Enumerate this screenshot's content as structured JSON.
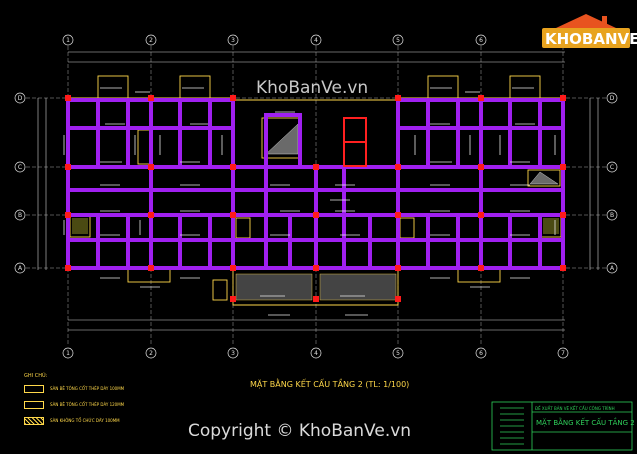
{
  "watermark": "KhoBanVe.vn",
  "copyright": "Copyright © KhoBanVe.vn",
  "logo": {
    "text": "KHOBANVE",
    "color_house": "#e8531f",
    "color_text_bg": "#e8a31f"
  },
  "grid": {
    "columns": [
      "1",
      "2",
      "3",
      "4",
      "5",
      "6",
      "7"
    ],
    "rows": [
      "D",
      "C",
      "B",
      "A"
    ]
  },
  "drawing_title": "MẶT BẰNG KẾT CẤU TẦNG 2 (TL: 1/100)",
  "legend": {
    "title": "GHI CHÚ:",
    "items": [
      {
        "label": "SÀN BÊ TÔNG CỐT THÉP DÀY 100MM"
      },
      {
        "label": "SÀN BÊ TÔNG CỐT THÉP DÀY 120MM"
      },
      {
        "label": "SÀN KHÔNG TỔ CHỨC DÀY 100MM"
      }
    ]
  },
  "title_block": {
    "line1": "ĐỀ XUẤT BẢN VẼ KẾT CẤU CÔNG TRÌNH",
    "line2": "MẶT BẰNG KẾT CẤU TẦNG 2"
  },
  "colors": {
    "background": "#000000",
    "beam": "#a020f0",
    "column": "#ff1a1a",
    "slab_outline": "#ffd84a",
    "dimension": "#e0e0e0",
    "title_block": "#2fd05a"
  }
}
